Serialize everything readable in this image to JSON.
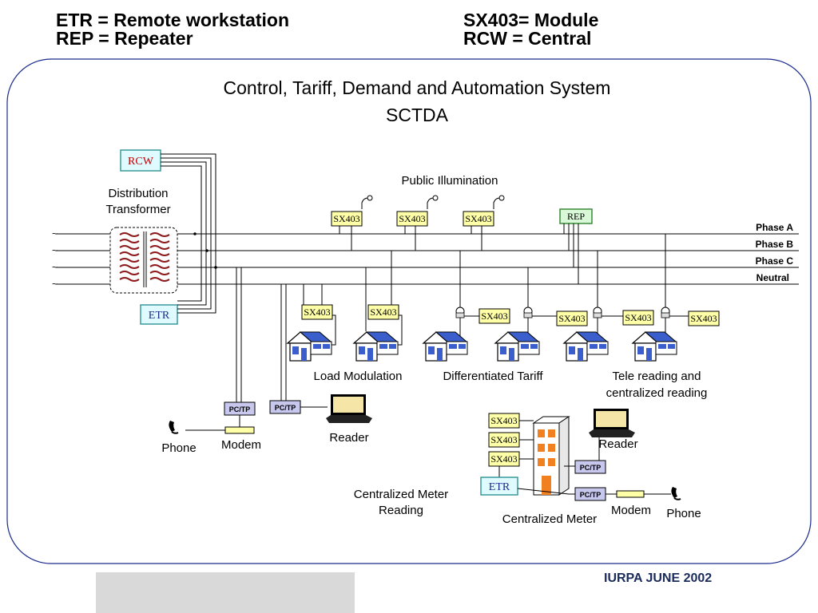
{
  "legend": {
    "line1_left": "ETR = Remote workstation",
    "line2_left": "REP = Repeater",
    "line1_right": "SX403= Module",
    "line2_right": "RCW =  Central"
  },
  "diagram": {
    "title": "Control, Tariff, Demand and Automation System",
    "subtitle": "SCTDA",
    "rcw": "RCW",
    "etr": "ETR",
    "rep": "REP",
    "sx403": "SX403",
    "pctp": "PC/TP",
    "distribution_transformer": [
      "Distribution",
      "Transformer"
    ],
    "public_illumination": "Public Illumination",
    "phases": [
      "Phase A",
      "Phase B",
      "Phase C",
      "Neutral"
    ],
    "load_modulation": "Load Modulation",
    "differentiated_tariff": "Differentiated Tariff",
    "tele_reading": [
      "Tele reading and",
      "centralized reading"
    ],
    "phone": "Phone",
    "modem": "Modem",
    "reader": "Reader",
    "centralized_meter_reading": [
      "Centralized Meter",
      "Reading"
    ],
    "centralized_meter": "Centralized Meter",
    "phone2": "Phone",
    "modem2": "Modem",
    "reader2": "Reader"
  },
  "footer": "IURPA JUNE 2002"
}
